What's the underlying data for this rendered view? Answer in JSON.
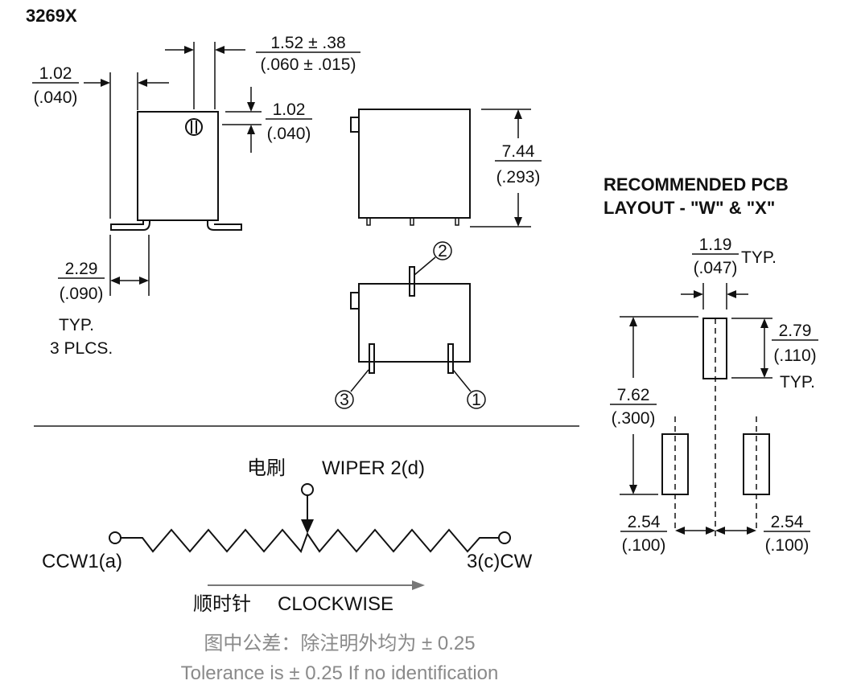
{
  "model": "3269X",
  "dims": {
    "pin_spacing": {
      "mm": "1.52 ± .38",
      "in": "(.060 ± .015)"
    },
    "side_offset": {
      "mm": "1.02",
      "in": "(.040)"
    },
    "top_offset": {
      "mm": "1.02",
      "in": "(.040)"
    },
    "height": {
      "mm": "7.44",
      "in": "(.293)"
    },
    "foot": {
      "mm": "2.29",
      "in": "(.090)",
      "note1": "TYP.",
      "note2": "3 PLCS."
    }
  },
  "pins": [
    "2",
    "3",
    "1"
  ],
  "pcb": {
    "title1": "RECOMMENDED PCB",
    "title2": "LAYOUT - \"W\" & \"X\"",
    "pad_width": {
      "mm": "1.19",
      "in": "(.047)",
      "typ": "TYP."
    },
    "pad_length": {
      "mm": "2.79",
      "in": "(.110)",
      "typ": "TYP."
    },
    "row_pitch": {
      "mm": "7.62",
      "in": "(.300)"
    },
    "left_pitch": {
      "mm": "2.54",
      "in": "(.100)"
    },
    "right_pitch": {
      "mm": "2.54",
      "in": "(.100)"
    }
  },
  "schematic": {
    "wiper_cn": "电刷",
    "wiper": "WIPER 2(d)",
    "ccw": "CCW1(a)",
    "cw": "3(c)CW",
    "clockwise_cn": "顺时针",
    "clockwise": "CLOCKWISE"
  },
  "tolerance": {
    "cn": "图中公差：除注明外均为 ± 0.25",
    "en": "Tolerance is ± 0.25 If no identification"
  }
}
